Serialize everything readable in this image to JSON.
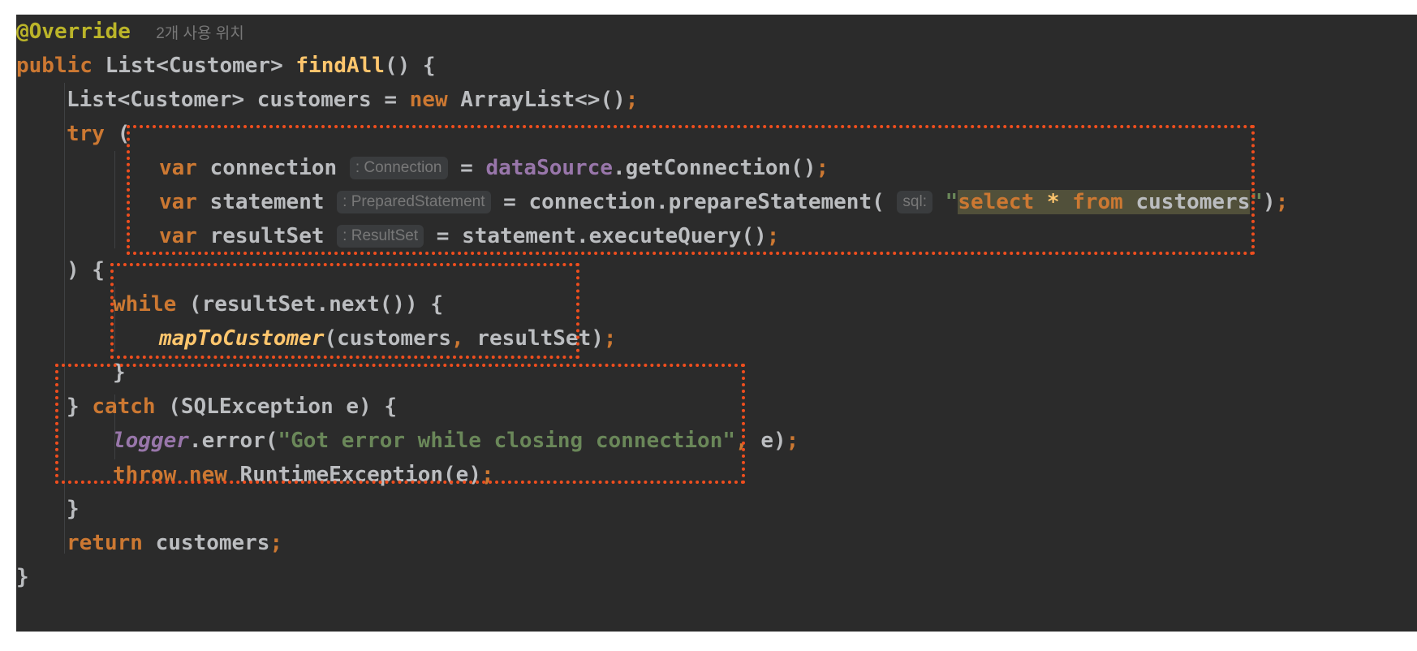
{
  "code": {
    "annotation": "@Override",
    "usages": "2개 사용 위치",
    "sig_public": "public",
    "sig_type": "List<Customer>",
    "sig_name": "findAll",
    "sig_rest": "() {",
    "decl_type": "List<Customer> customers = ",
    "decl_new": "new",
    "decl_rest": " ArrayList<>()",
    "semicolon": ";",
    "try_kw": "try",
    "try_paren": " (",
    "var_kw": "var",
    "conn_name": " connection",
    "conn_hint": ": Connection",
    "conn_eq": " = ",
    "conn_field": "dataSource",
    "conn_call": ".getConnection()",
    "stmt_name": " statement",
    "stmt_hint": ": PreparedStatement",
    "stmt_call": " = connection.prepareStatement(",
    "sql_hint": "sql:",
    "quote": "\"",
    "sql_select": "select",
    "sql_star": "*",
    "sql_from": "from",
    "sql_table": "customers",
    "stmt_close": ")",
    "rs_name": " resultSet",
    "rs_hint": ": ResultSet",
    "rs_call": " = statement.executeQuery()",
    "close_paren_brace": ") {",
    "while_kw": "while",
    "while_cond": " (resultSet.next()) {",
    "map_fn": "mapToCustomer",
    "map_args_open": "(customers",
    "comma": ",",
    "map_args_close": " resultSet)",
    "close_brace": "}",
    "catch_open": "} ",
    "catch_kw": "catch",
    "catch_rest": " (SQLException e) {",
    "logger": "logger",
    "error_call": ".error(",
    "error_msg": "\"Got error while closing connection\"",
    "error_tail": " e)",
    "throw_kw": "throw",
    "throw_new": " new",
    "throw_rest": " RuntimeException(e)",
    "return_kw": "return",
    "return_rest": " customers"
  },
  "colors": {
    "background": "#2b2b2b",
    "keyword": "#cc7832",
    "annotation": "#bbb529",
    "method_declaration": "#ffc66d",
    "field": "#9876aa",
    "string": "#6a8759",
    "highlight_box": "#ef4e1e"
  }
}
